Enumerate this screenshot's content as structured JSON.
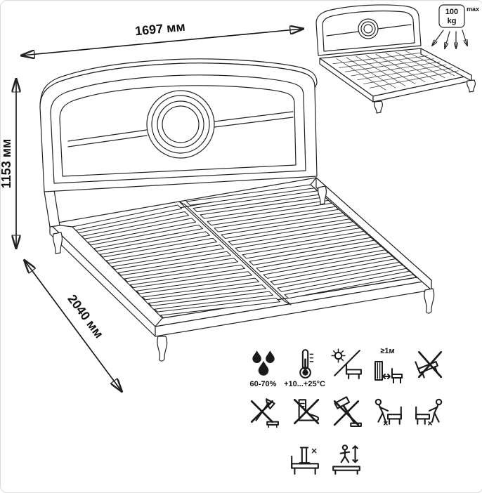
{
  "dimensions": {
    "width": "1697 мм",
    "height": "1153 мм",
    "length": "2040 мм"
  },
  "load_limit": {
    "value": "100",
    "unit": "kg",
    "max_label": "max"
  },
  "care": {
    "humidity": "60-70%",
    "temperature": "+10...+25°C",
    "heater_distance": "≥1м"
  },
  "icons": {
    "humidity": "water-drops-icon",
    "temperature": "thermometer-icon",
    "sunlight": "no-direct-sunlight-icon",
    "heater": "heater-distance-icon",
    "tilt": "do-not-tilt-icon",
    "axe": "no-axe-icon",
    "boot": "no-kicking-icon",
    "hammer": "no-hammer-icon",
    "push": "do-not-push-icon",
    "drag": "do-not-drag-icon",
    "stand": "do-not-stand-icon",
    "jump": "do-not-jump-icon"
  }
}
